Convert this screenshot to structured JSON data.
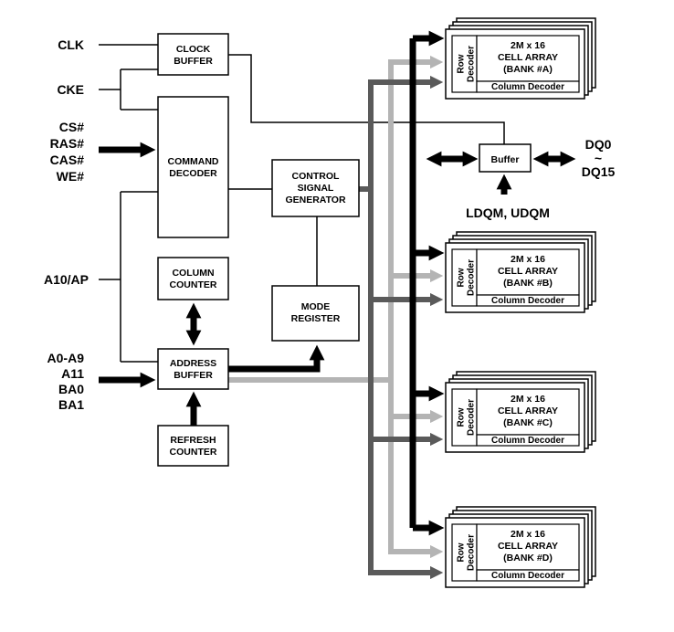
{
  "pins": {
    "clk": "CLK",
    "cke": "CKE",
    "cmd": [
      "CS#",
      "RAS#",
      "CAS#",
      "WE#"
    ],
    "a10": "A10/AP",
    "addr": [
      "A0-A9",
      "A11",
      "BA0",
      "BA1"
    ],
    "dq_start": "DQ0",
    "dq_tilde": "~",
    "dq_end": "DQ15",
    "dqm": "LDQM, UDQM"
  },
  "blocks": {
    "clock_buffer": [
      "CLOCK",
      "BUFFER"
    ],
    "command_decoder": [
      "COMMAND",
      "DECODER"
    ],
    "control_signal_generator": [
      "CONTROL",
      "SIGNAL",
      "GENERATOR"
    ],
    "column_counter": [
      "COLUMN",
      "COUNTER"
    ],
    "mode_register": [
      "MODE",
      "REGISTER"
    ],
    "address_buffer": [
      "ADDRESS",
      "BUFFER"
    ],
    "refresh_counter": [
      "REFRESH",
      "COUNTER"
    ],
    "buffer": "Buffer"
  },
  "banks": [
    {
      "size": "2M x 16",
      "array": "CELL ARRAY",
      "bank": "(BANK #A)",
      "row_decoder": "Row Decoder",
      "column_decoder": "Column Decoder"
    },
    {
      "size": "2M x 16",
      "array": "CELL ARRAY",
      "bank": "(BANK #B)",
      "row_decoder": "Row Decoder",
      "column_decoder": "Column Decoder"
    },
    {
      "size": "2M x 16",
      "array": "CELL ARRAY",
      "bank": "(BANK #C)",
      "row_decoder": "Row Decoder",
      "column_decoder": "Column Decoder"
    },
    {
      "size": "2M x 16",
      "array": "CELL ARRAY",
      "bank": "(BANK #D)",
      "row_decoder": "Row Decoder",
      "column_decoder": "Column Decoder"
    }
  ],
  "colors": {
    "black_bus": "#000000",
    "light_bus": "#b4b4b4",
    "dark_bus": "#5a5a5a"
  }
}
